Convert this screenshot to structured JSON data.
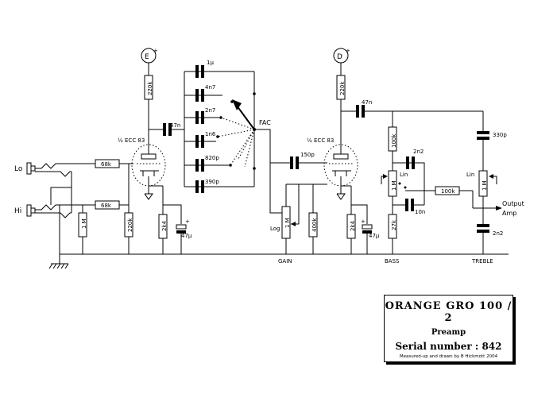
{
  "supplies": {
    "e": "E",
    "d": "D",
    "plus": "+"
  },
  "tube_labels": {
    "v1": "½ ECC 83",
    "v2": "½ ECC 83"
  },
  "inputs": {
    "lo": "Lo",
    "hi": "Hi"
  },
  "resistors": {
    "r_220k_a": "220k",
    "r_68k_lo": "68k",
    "r_68k_hi": "68k",
    "r_1m_in": "1 M",
    "r_220k_grid": "220k",
    "r_2k4_a": "2k4",
    "r_220k_b": "220k",
    "r_400k": "400k",
    "r_2k4_b": "2k4",
    "r_100k_tone": "100k",
    "r_100k_mid": "100k",
    "r_27k": "27k",
    "pot_gain": "1 M",
    "pot_bass": "1 M",
    "pot_treble": "1 M"
  },
  "capacitors": {
    "c_47n_a": "47n",
    "c_47u_a": "47µ",
    "c_150p": "150p",
    "c_47u_b": "47µ",
    "c_47n_b": "47n",
    "c_330p": "330p",
    "c_2n2": "2n2",
    "c_10n": "10n",
    "c_2n2_t": "2n2"
  },
  "fac_caps": [
    "1µ",
    "4n7",
    "2n7",
    "1n6",
    "820p",
    "390p"
  ],
  "switch": {
    "fac": "FAC"
  },
  "pot_tapers": {
    "log": "Log",
    "lin_bass": "Lin",
    "lin_treble": "Lin"
  },
  "output": {
    "line1": "Output",
    "line2": "Amp"
  },
  "control_names": {
    "gain": "GAIN",
    "bass": "BASS",
    "treble": "TREBLE"
  },
  "title_block": {
    "brand": "ORANGE",
    "model": "GRO 100 / 2",
    "section": "Preamp",
    "serial_label": "Serial number :",
    "serial_value": "842",
    "credit": "Measured-up and drawn by B Hickmott 2004"
  }
}
